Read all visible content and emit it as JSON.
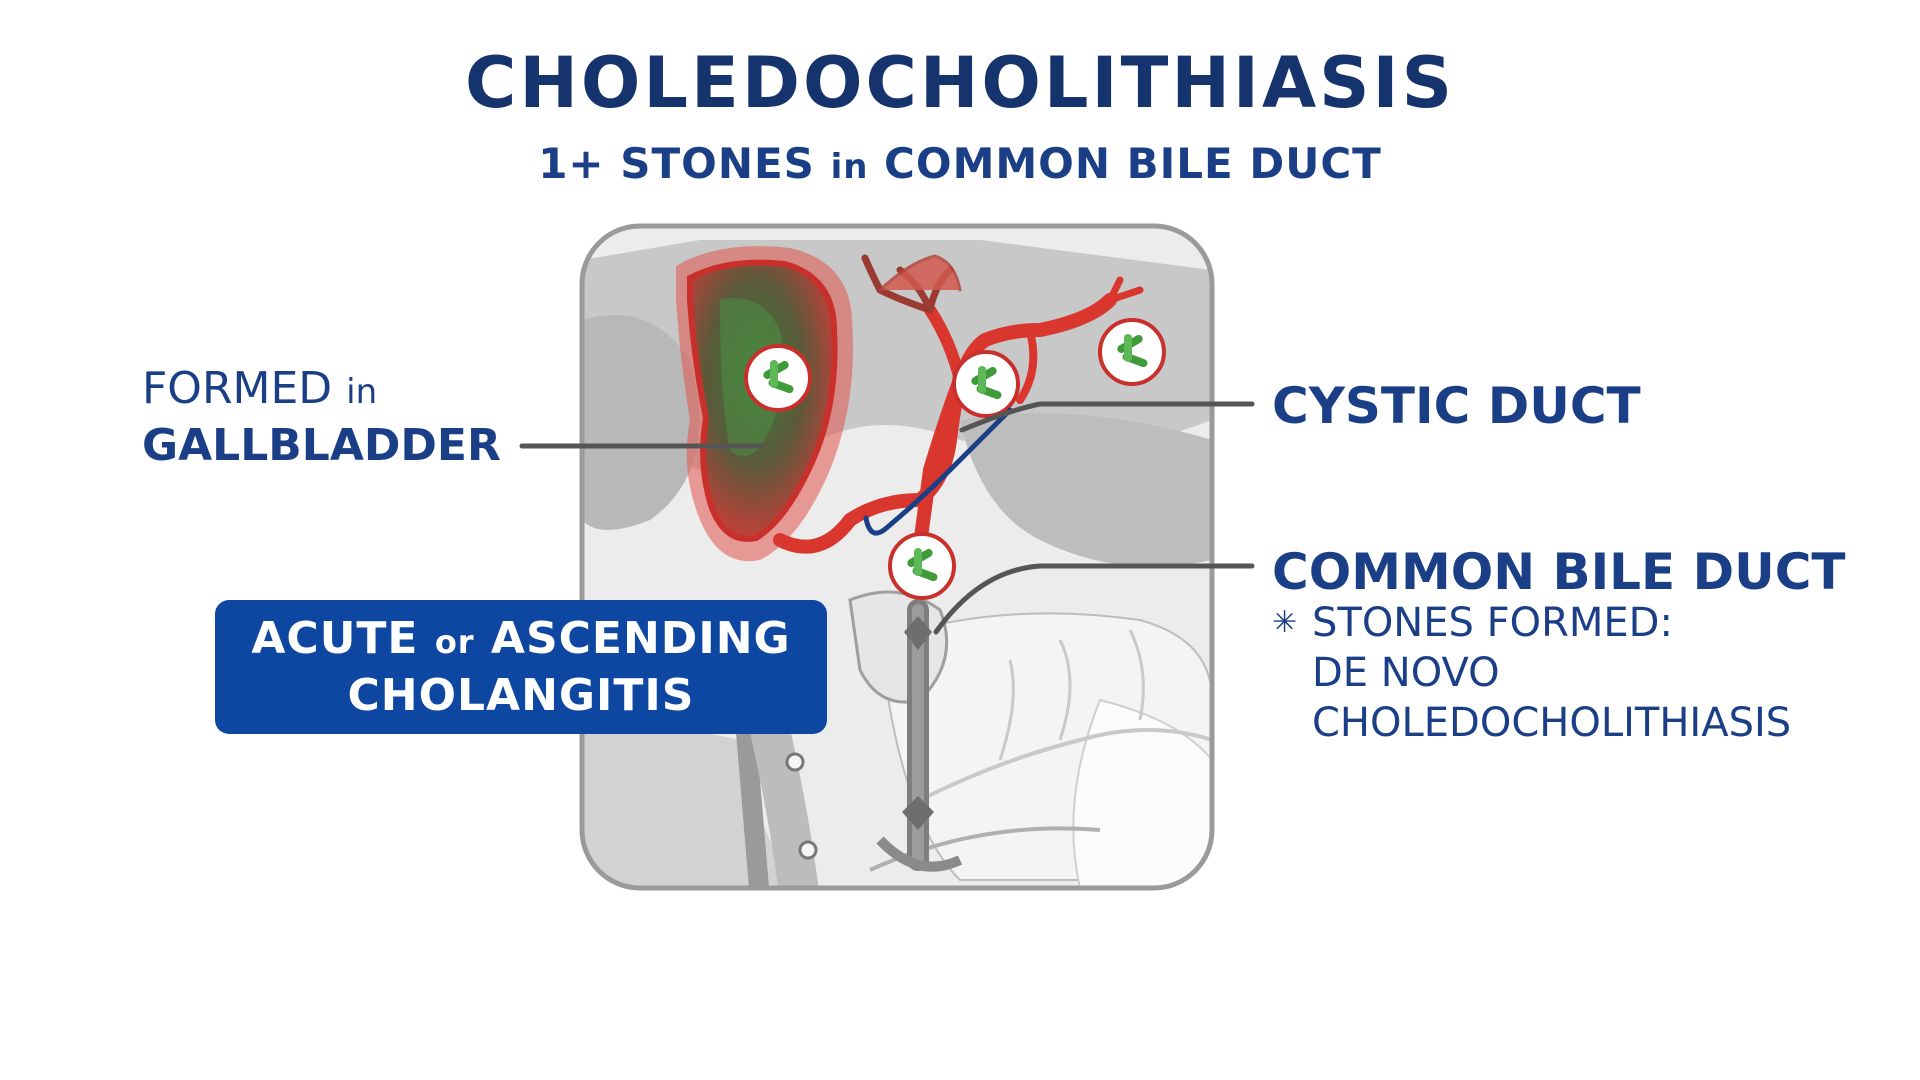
{
  "title": "CHOLEDOCHOLITHIASIS",
  "subtitle": {
    "part1": "1+ STONES ",
    "in_word": "in",
    "part2": " COMMON BILE DUCT"
  },
  "labels": {
    "formed_line1": "FORMED ",
    "formed_in": "in",
    "formed_line2": "GALLBLADDER",
    "cystic_duct": "CYSTIC DUCT",
    "common_bile_duct": "COMMON BILE DUCT"
  },
  "note": {
    "star": "✳",
    "line1": "STONES FORMED:",
    "line2": "DE NOVO",
    "line3": "CHOLEDOCHOLITHIASIS"
  },
  "callout": {
    "line1_a": "ACUTE ",
    "line1_or": "or",
    "line1_b": " ASCENDING",
    "line2": "CHOLANGITIS"
  },
  "colors": {
    "title": "#15346e",
    "callout_bg": "#0e47a1",
    "duct_red": "#d9372e",
    "pointer": "#555555"
  },
  "icons": [
    "bacteria-icon",
    "bacteria-icon",
    "bacteria-icon",
    "bacteria-icon",
    "stone-icon"
  ]
}
